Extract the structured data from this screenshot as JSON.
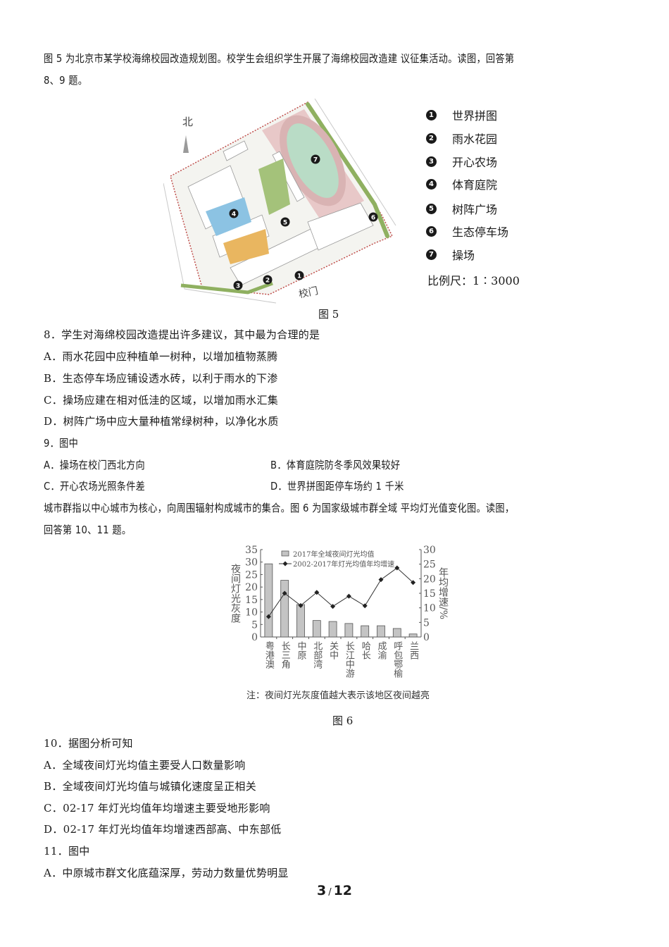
{
  "intro1": {
    "line1": "图 5 为北京市某学校海绵校园改造规划图。校学生会组织学生开展了海绵校园改造建  议征集活动。读图，回答第",
    "line2": "8、9 题。"
  },
  "figure5": {
    "north_label": "北",
    "gate_label": "校门",
    "caption": "图 5",
    "legend": [
      {
        "num": "1",
        "label": "世界拼图"
      },
      {
        "num": "2",
        "label": "雨水花园"
      },
      {
        "num": "3",
        "label": "开心农场"
      },
      {
        "num": "4",
        "label": "体育庭院"
      },
      {
        "num": "5",
        "label": "树阵广场"
      },
      {
        "num": "6",
        "label": "生态停车场"
      },
      {
        "num": "7",
        "label": "操场"
      }
    ],
    "scale": "比例尺：1∶3000"
  },
  "q8": {
    "stem": "8．学生对海绵校园改造提出许多建议，其中最为合理的是",
    "options": [
      "A．雨水花园中应种植单一树种，以增加植物蒸腾",
      "B．生态停车场应铺设透水砖，以利于雨水的下渗",
      "C．操场应建在相对低洼的区域，以增加雨水汇集",
      "D．树阵广场中应大量种植常绿树种，以净化水质"
    ]
  },
  "q9": {
    "stem": "9．图中",
    "options": [
      "A．操场在校门西北方向",
      "B．体育庭院防冬季风效果较好",
      "C．开心农场光照条件差",
      "D．世界拼图距停车场约  1 千米"
    ]
  },
  "intro2": {
    "line1": "城市群指以中心城市为核心，向周围辐射构成城市的集合。图  6 为国家级城市群全域  平均灯光值变化图。读图，",
    "line2": "回答第  10、11 题。"
  },
  "figure6": {
    "caption": "图 6",
    "note": "注：夜间灯光灰度值越大表示该地区夜间越亮"
  },
  "chart_data": {
    "type": "bar+line",
    "title": "",
    "categories": [
      "粤港澳",
      "长三角",
      "中原",
      "北部湾",
      "关中",
      "长江中游",
      "哈长",
      "成渝",
      "呼包鄂榆",
      "兰西"
    ],
    "series": [
      {
        "name": "2017年全域夜间灯光均值",
        "type": "bar",
        "axis": "left",
        "values": [
          29.3,
          22.7,
          13.0,
          6.6,
          6.2,
          5.4,
          4.5,
          4.5,
          3.4,
          1.2
        ]
      },
      {
        "name": "2002-2017年灯光均值年均增速",
        "type": "line",
        "axis": "right",
        "values": [
          7.0,
          15.0,
          10.8,
          15.3,
          10.5,
          14.0,
          10.7,
          19.7,
          23.7,
          18.7
        ]
      }
    ],
    "ylabel": "夜间灯光灰度",
    "ylabel_right": "年均增速/%",
    "ylim": [
      0,
      35
    ],
    "ylim_right": [
      0,
      30
    ],
    "yticks": [
      0,
      5,
      10,
      15,
      20,
      25,
      30,
      35
    ],
    "yticks_right": [
      0,
      5,
      10,
      15,
      20,
      25,
      30
    ],
    "legend_position": "top-center",
    "grid": false
  },
  "q10": {
    "stem": "10．据图分析可知",
    "options": [
      "A．全域夜间灯光均值主要受人口数量影响",
      "B．全域夜间灯光均值与城镇化速度呈正相关",
      "C．02-17 年灯光均值年均增速主要受地形影响",
      "D．02-17 年灯光均值年均增速西部高、中东部低"
    ]
  },
  "q11": {
    "stem": "11．图中",
    "options": [
      "A．中原城市群文化底蕴深厚，劳动力数量优势明显"
    ]
  },
  "footer": {
    "current": "3",
    "separator": "/",
    "total": "12"
  }
}
